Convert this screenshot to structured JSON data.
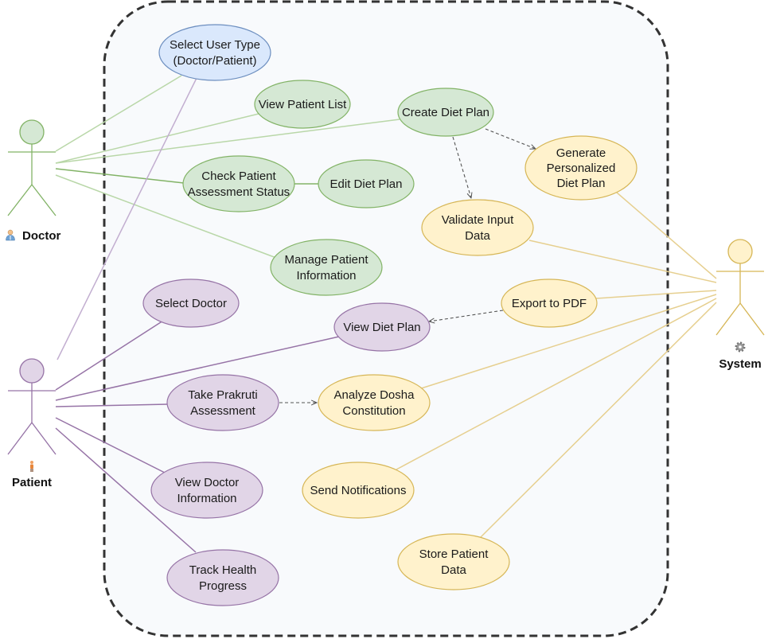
{
  "colors": {
    "doctor": "#82b366",
    "doctor_fill": "#d5e8d4",
    "patient": "#9673a6",
    "patient_fill": "#e1d5e7",
    "system": "#d6b656",
    "system_fill": "#fff2cc",
    "select_fill": "#dae8fc",
    "select_stroke": "#6c8ebf",
    "boundary_fill": "#f8fafc",
    "boundary_stroke": "#333333"
  },
  "actors": {
    "doctor": {
      "label": "Doctor",
      "icon": "doctor-icon"
    },
    "patient": {
      "label": "Patient",
      "icon": "person-icon"
    },
    "system": {
      "label": "System",
      "icon": "gear-icon"
    }
  },
  "use_cases": {
    "select_user_type": [
      "Select User Type",
      "(Doctor/Patient)"
    ],
    "view_patient_list": [
      "View Patient List"
    ],
    "create_diet_plan": [
      "Create Diet Plan"
    ],
    "generate_plan": [
      "Generate",
      "Personalized",
      "Diet Plan"
    ],
    "check_assessment": [
      "Check Patient",
      "Assessment Status"
    ],
    "edit_diet_plan": [
      "Edit Diet Plan"
    ],
    "validate_input": [
      "Validate Input",
      "Data"
    ],
    "manage_info": [
      "Manage Patient",
      "Information"
    ],
    "select_doctor": [
      "Select Doctor"
    ],
    "export_pdf": [
      "Export to PDF"
    ],
    "view_diet_plan": [
      "View Diet Plan"
    ],
    "take_assessment": [
      "Take Prakruti",
      "Assessment"
    ],
    "analyze_dosha": [
      "Analyze Dosha",
      "Constitution"
    ],
    "view_doctor_info": [
      "View Doctor",
      "Information"
    ],
    "send_notifications": [
      "Send Notifications"
    ],
    "store_patient_data": [
      "Store Patient",
      "Data"
    ],
    "track_health": [
      "Track Health",
      "Progress"
    ]
  }
}
